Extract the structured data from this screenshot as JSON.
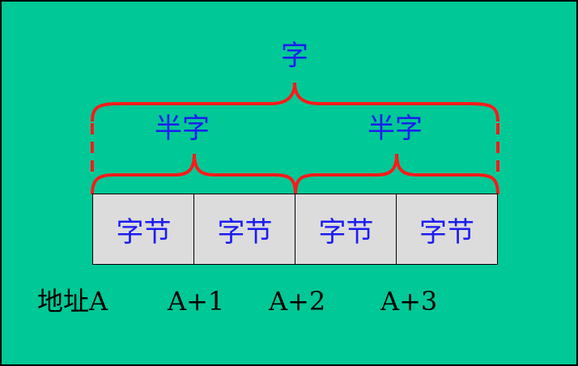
{
  "word_label": "字",
  "half_word_labels": [
    "半字",
    "半字"
  ],
  "byte_labels": [
    "字节",
    "字节",
    "字节",
    "字节"
  ],
  "address_labels": [
    "地址A",
    "A+1",
    "A+2",
    "A+3"
  ],
  "colors": {
    "background": "#00c896",
    "brace": "#ff1a1a",
    "label_text": "#1c1cf0",
    "cell_fill": "#dcdcdc",
    "address_text": "#000000"
  }
}
